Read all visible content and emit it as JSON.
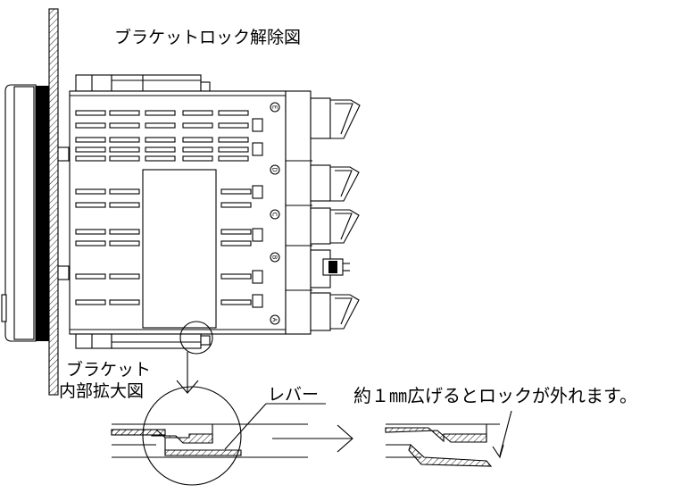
{
  "title": "ブラケットロック解除図",
  "detail_label_line1": "ブラケット",
  "detail_label_line2": "内部拡大図",
  "lever_label": "レバー",
  "instruction": "約１㎜広げるとロックが外れます。",
  "connector_labels": [
    "E",
    "D",
    "C",
    "B",
    "A"
  ]
}
